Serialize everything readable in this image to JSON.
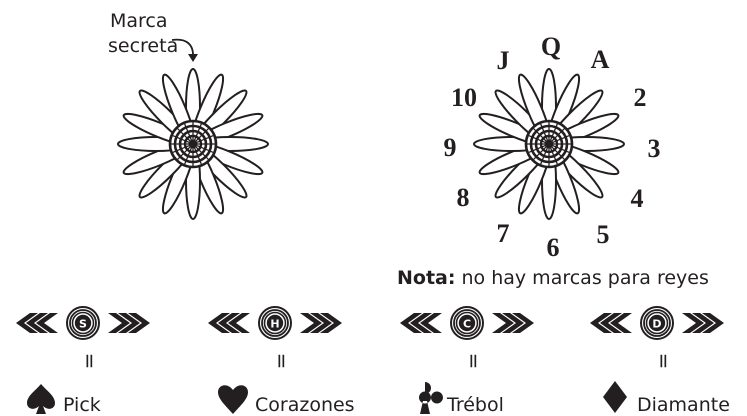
{
  "left_figure": {
    "callout_line1": "Marca",
    "callout_line2": "secreta"
  },
  "right_figure": {
    "clock_labels": [
      "Q",
      "A",
      "2",
      "3",
      "4",
      "5",
      "6",
      "7",
      "8",
      "9",
      "10",
      "J"
    ]
  },
  "note": {
    "label": "Nota:",
    "text": " no hay marcas para reyes"
  },
  "suits": [
    {
      "letter": "S",
      "equals": "=",
      "name": "Pick",
      "icon": "spade-icon"
    },
    {
      "letter": "H",
      "equals": "=",
      "name": "Corazones",
      "icon": "heart-icon"
    },
    {
      "letter": "C",
      "equals": "=",
      "name": "Trébol",
      "icon": "club-icon"
    },
    {
      "letter": "D",
      "equals": "=",
      "name": "Diamante",
      "icon": "diamond-icon"
    }
  ],
  "colors": {
    "ink": "#231f20",
    "background": "#ffffff"
  }
}
